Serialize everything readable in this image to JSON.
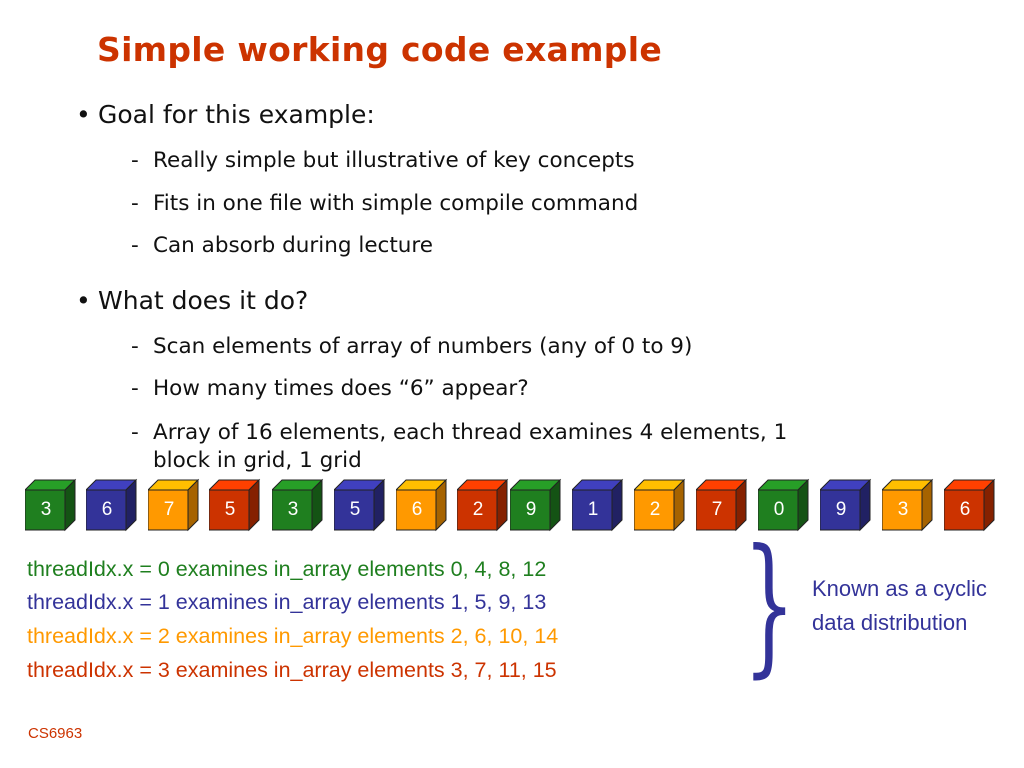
{
  "title": "Simple working code example",
  "bullet_symbol": "•",
  "dash_symbol": "-",
  "section1": {
    "heading": "Goal for this example:",
    "items": [
      "Really simple but illustrative of key concepts",
      "Fits in one file with simple compile command",
      "Can absorb during lecture"
    ]
  },
  "section2": {
    "heading": "What does it do?",
    "items": [
      "Scan elements of array of numbers (any of 0 to 9)",
      "How many times does “6” appear?",
      "Array of 16 elements, each thread examines 4 elements, 1"
    ],
    "item3_cont": "block in grid, 1 grid"
  },
  "colors": {
    "green": "#1f7f1f",
    "blue": "#333399",
    "orange": "#ff9900",
    "red": "#cc3300",
    "title": "#cc3300"
  },
  "array": {
    "values": [
      "3",
      "6",
      "7",
      "5",
      "3",
      "5",
      "6",
      "2",
      "9",
      "1",
      "2",
      "7",
      "0",
      "9",
      "3",
      "6"
    ],
    "colors": [
      "green",
      "blue",
      "orange",
      "red",
      "green",
      "blue",
      "orange",
      "red",
      "green",
      "blue",
      "orange",
      "red",
      "green",
      "blue",
      "orange",
      "red"
    ]
  },
  "thread_lines": [
    {
      "text": "threadIdx.x = 0 examines in_array elements 0, 4, 8, 12",
      "color": "green"
    },
    {
      "text": "threadIdx.x = 1 examines in_array elements 1, 5, 9, 13",
      "color": "blue"
    },
    {
      "text": "threadIdx.x = 2 examines in_array elements 2, 6, 10, 14",
      "color": "orange"
    },
    {
      "text": "threadIdx.x = 3 examines in_array elements 3, 7, 11, 15",
      "color": "red"
    }
  ],
  "brace_symbol": "}",
  "known_as": "Known as a cyclic data distribution",
  "footer": "CS6963"
}
